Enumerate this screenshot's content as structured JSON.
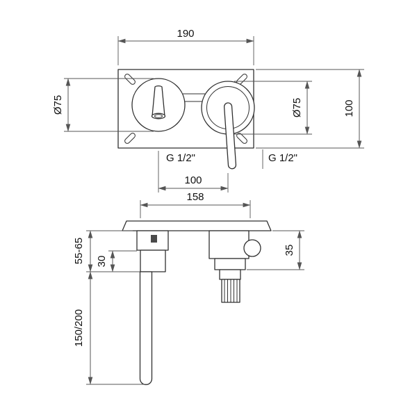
{
  "drawing_type": "faucet-installation-dimensions",
  "colors": {
    "background": "#ffffff",
    "object_line": "#2f2f2f",
    "dimension_line": "#555555",
    "label_text": "#111111"
  },
  "front_view": {
    "plate_width_label": "190",
    "left_diameter_label": "Ø75",
    "right_diameter_label": "Ø75",
    "plate_height_label": "100",
    "left_thread_label": "G 1/2\"",
    "right_thread_label": "G 1/2\"",
    "center_distance_label": "100"
  },
  "side_view": {
    "body_width_label": "158",
    "recess_depth_label": "55-65",
    "spout_inset_label": "30",
    "valve_depth_label": "35",
    "spout_length_label": "150/200"
  }
}
